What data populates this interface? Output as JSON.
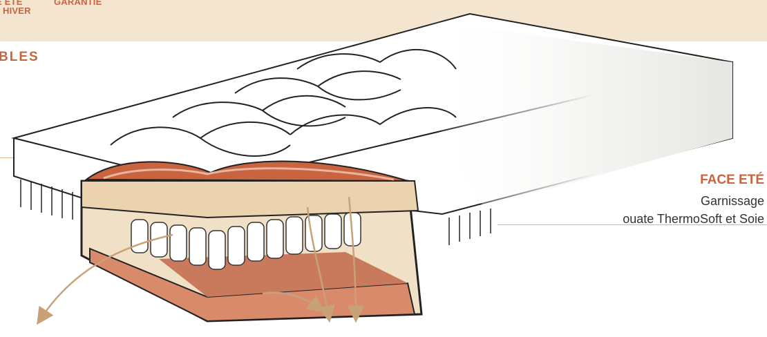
{
  "header": {
    "badge_left_line1": "E ÉTÉ",
    "badge_left_line2": "HIVER",
    "badge_right": "GARANTIE"
  },
  "section_title": "BLES",
  "face_ete": {
    "title": "FACE ETÉ",
    "line1": "Garnissage",
    "line2": "ouate ThermoSoft et Soie"
  },
  "colors": {
    "accent": "#c8643f",
    "band": "#f3e5d0",
    "foam": "#ecd3b0",
    "base": "#d88a6a",
    "arrow": "#c9a177"
  }
}
